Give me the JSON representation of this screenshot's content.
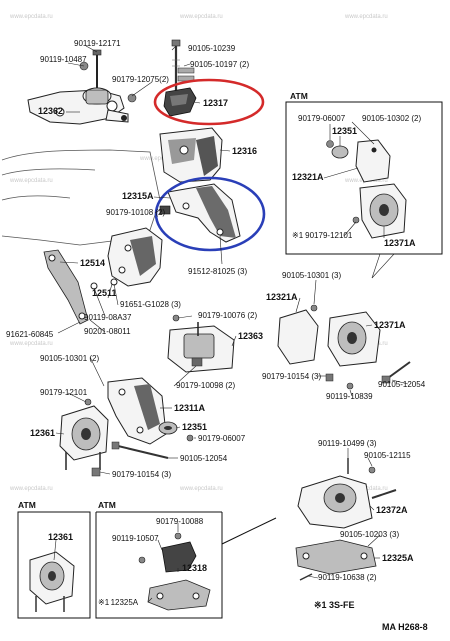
{
  "watermark": "www.epcdata.ru",
  "colors": {
    "red_circle": "#d42a2a",
    "blue_circle": "#2a3fb8"
  },
  "parts": {
    "p90119_12171": "90119-12171",
    "p90119_10487": "90119-10487",
    "p90105_10239": "90105-10239",
    "p90105_10197": "90105-10197 (2)",
    "p90179_12075": "90179-12075(2)",
    "p12317": "12317",
    "p12362": "12362",
    "p12316": "12316",
    "p12315A": "12315A",
    "p90179_10108": "90179-10108 (2)",
    "p91512_81025": "91512-81025 (3)",
    "p12514": "12514",
    "p12511": "12511",
    "p91651_G1028": "91651-G1028 (3)",
    "p90119_08A37": "90119-08A37",
    "p90201_08011": "90201-08011",
    "p91621_60845": "91621-60845",
    "p90179_10076": "90179-10076 (2)",
    "p12363": "12363",
    "p90105_10301_2": "90105-10301 (2)",
    "p90179_10098": "90179-10098 (2)",
    "p90179_12101": "90179-12101",
    "p12311A": "12311A",
    "p12361": "12361",
    "p12351": "12351",
    "p90179_06007": "90179-06007",
    "p90105_12054": "90105-12054",
    "p90179_10154": "90179-10154 (3)",
    "r90179_06007": "90179-06007",
    "r90105_10302": "90105-10302 (2)",
    "r12351": "12351",
    "r12321A": "12321A",
    "r90179_12101": "90179-12101",
    "r12371A": "12371A",
    "r90105_10301_3": "90105-10301 (3)",
    "r12321A_b": "12321A",
    "r12371A_b": "12371A",
    "r90179_10154": "90179-10154 (3)",
    "r90105_12054": "90105-12054",
    "r90119_10839": "90119-10839",
    "r90119_10499": "90119-10499 (3)",
    "r90105_12115": "90105-12115",
    "r12372A": "12372A",
    "r90105_10203": "90105-10203 (3)",
    "r12325A": "12325A",
    "r90119_10638": "90119-10638 (2)",
    "atm1_12361": "12361",
    "atm2_90179_10088": "90179-10088",
    "atm2_90119_10507": "90119-10507",
    "atm2_12318": "12318",
    "atm2_12325A": "12325A"
  },
  "boxes": {
    "atm_right": "ATM",
    "atm_left": "ATM",
    "atm_mid": "ATM",
    "star_prefix": "※1"
  },
  "footer": {
    "legend": "※1 3S-FE",
    "code": "MA H268-8"
  }
}
